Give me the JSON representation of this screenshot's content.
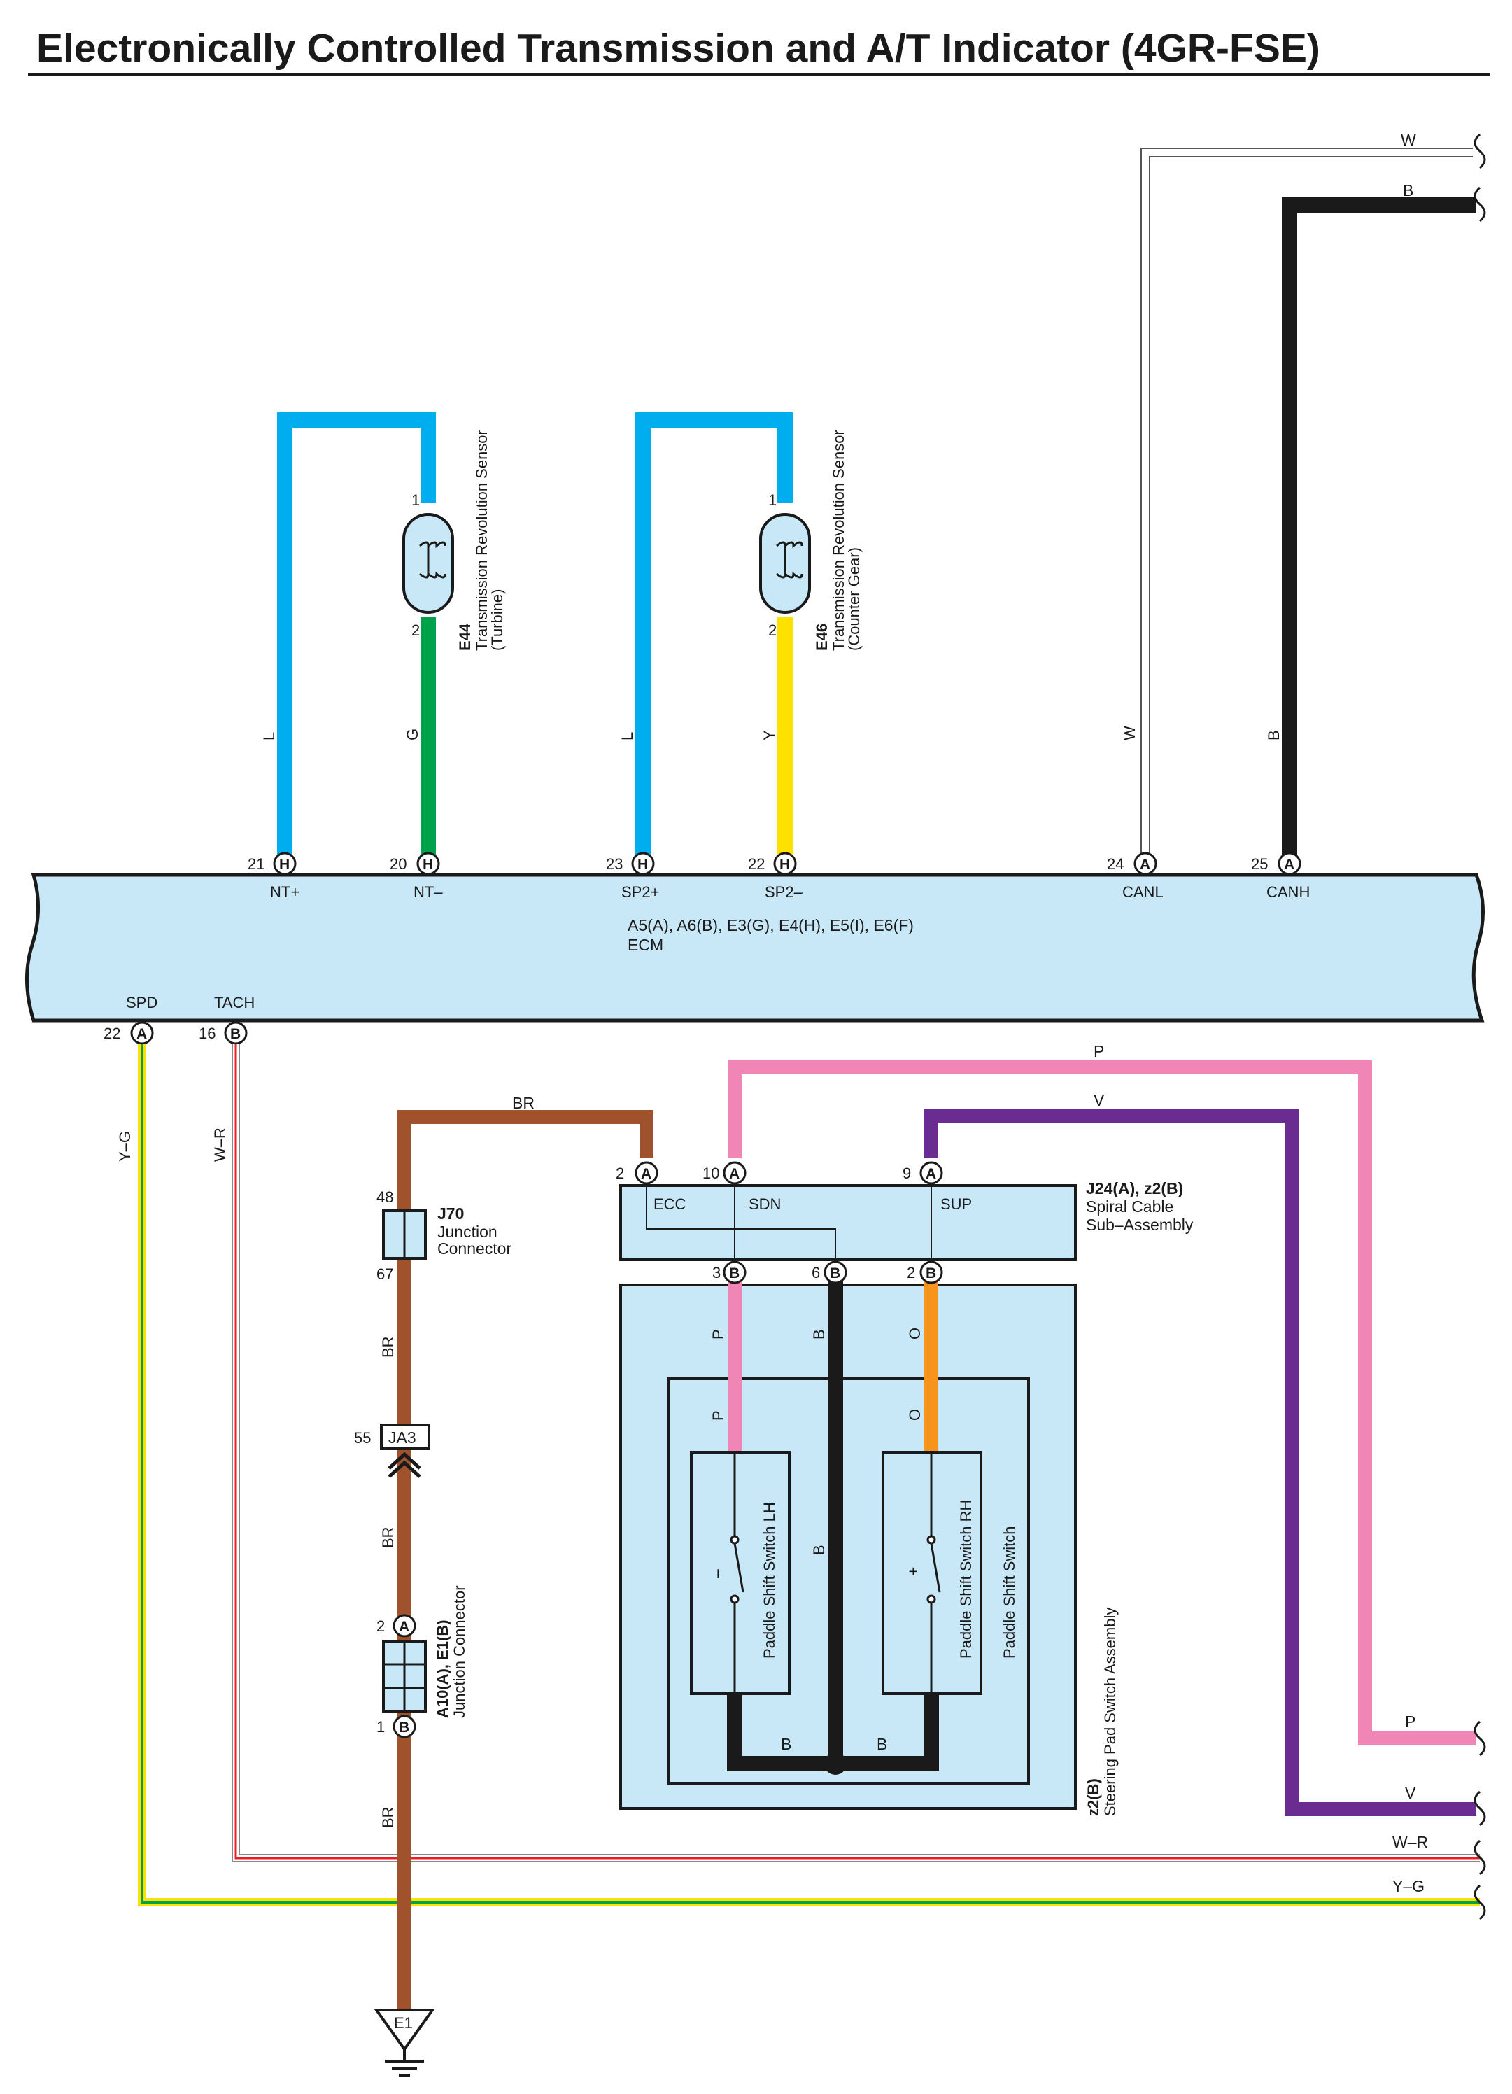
{
  "title": "Electronically Controlled Transmission and A/T Indicator (4GR-FSE)",
  "colors": {
    "L": "#00aeef",
    "G": "#00a14b",
    "Y": "#ffe100",
    "W": "#ffffff",
    "B": "#1a1a1a",
    "BR": "#a0522d",
    "P": "#ef86b5",
    "V": "#6b2c91",
    "O": "#f7941d",
    "R": "#ed1c24",
    "YG_stripe": "#00a14b",
    "component_fill": "#c9e8f7"
  },
  "ecm": {
    "codes": "A5(A), A6(B), E3(G), E4(H), E5(I), E6(F)",
    "name": "ECM",
    "pins_top": [
      {
        "num": "21",
        "conn": "H",
        "name": "NT+"
      },
      {
        "num": "20",
        "conn": "H",
        "name": "NT–"
      },
      {
        "num": "23",
        "conn": "H",
        "name": "SP2+"
      },
      {
        "num": "22",
        "conn": "H",
        "name": "SP2–"
      },
      {
        "num": "24",
        "conn": "A",
        "name": "CANL"
      },
      {
        "num": "25",
        "conn": "A",
        "name": "CANH"
      }
    ],
    "pins_bottom": [
      {
        "num": "22",
        "conn": "A",
        "name": "SPD"
      },
      {
        "num": "16",
        "conn": "B",
        "name": "TACH"
      }
    ]
  },
  "sensor_e44": {
    "id": "E44",
    "name": "Transmission Revolution Sensor",
    "sub": "(Turbine)",
    "pin1": "1",
    "pin2": "2"
  },
  "sensor_e46": {
    "id": "E46",
    "name": "Transmission Revolution Sensor",
    "sub": "(Counter Gear)",
    "pin1": "1",
    "pin2": "2"
  },
  "wire_labels": {
    "l1": "L",
    "g": "G",
    "l2": "L",
    "y": "Y",
    "w": "W",
    "b": "B",
    "w_top": "W",
    "b_top": "B",
    "yg": "Y–G",
    "wr": "W–R",
    "br_top": "BR",
    "br1": "BR",
    "br2": "BR",
    "br3": "BR",
    "p_top": "P",
    "v_top": "V",
    "p1": "P",
    "b1": "B",
    "o1": "O",
    "p2": "P",
    "o2": "O",
    "b_mid": "B",
    "b_bot1": "B",
    "b_bot2": "B",
    "p_right": "P",
    "v_right": "V",
    "wr_right": "W–R",
    "yg_right": "Y–G"
  },
  "j70": {
    "id": "J70",
    "name1": "Junction",
    "name2": "Connector",
    "pin_top": "48",
    "pin_bot": "67"
  },
  "ja3": {
    "id": "JA3",
    "pin": "55"
  },
  "a10": {
    "id": "A10(A), E1(B)",
    "name": "Junction Connector",
    "pin_top": "2",
    "conn_top": "A",
    "pin_bot": "1",
    "conn_bot": "B"
  },
  "ground": {
    "id": "E1"
  },
  "spiral": {
    "id": "J24(A), z2(B)",
    "name1": "Spiral Cable",
    "name2": "Sub–Assembly",
    "pins_top": [
      {
        "num": "2",
        "conn": "A",
        "name": "ECC"
      },
      {
        "num": "10",
        "conn": "A",
        "name": "SDN"
      },
      {
        "num": "9",
        "conn": "A",
        "name": "SUP"
      }
    ],
    "pins_bot": [
      {
        "num": "3",
        "conn": "B"
      },
      {
        "num": "6",
        "conn": "B"
      },
      {
        "num": "2",
        "conn": "B"
      }
    ]
  },
  "steering": {
    "id": "z2(B)",
    "name": "Steering Pad Switch Assembly",
    "paddle_switch": "Paddle Shift Switch",
    "lh": "Paddle Shift Switch LH",
    "rh": "Paddle Shift Switch RH",
    "minus": "–",
    "plus": "+"
  }
}
